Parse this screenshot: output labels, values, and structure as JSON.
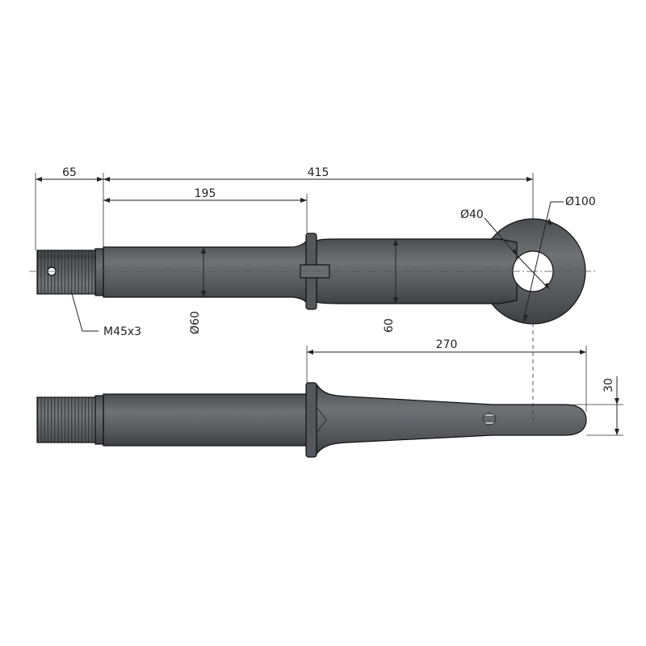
{
  "dimensions": {
    "d65": "65",
    "d415": "415",
    "d195": "195",
    "d_dia40": "Ø40",
    "d_dia100": "Ø100",
    "d_dia60": "Ø60",
    "d60": "60",
    "thread": "M45x3",
    "d270": "270",
    "d30": "30"
  },
  "colors": {
    "part_fill": "#585a5d",
    "part_light": "#7a7c80",
    "part_dark": "#3e4043",
    "line": "#222222",
    "background": "#ffffff"
  }
}
